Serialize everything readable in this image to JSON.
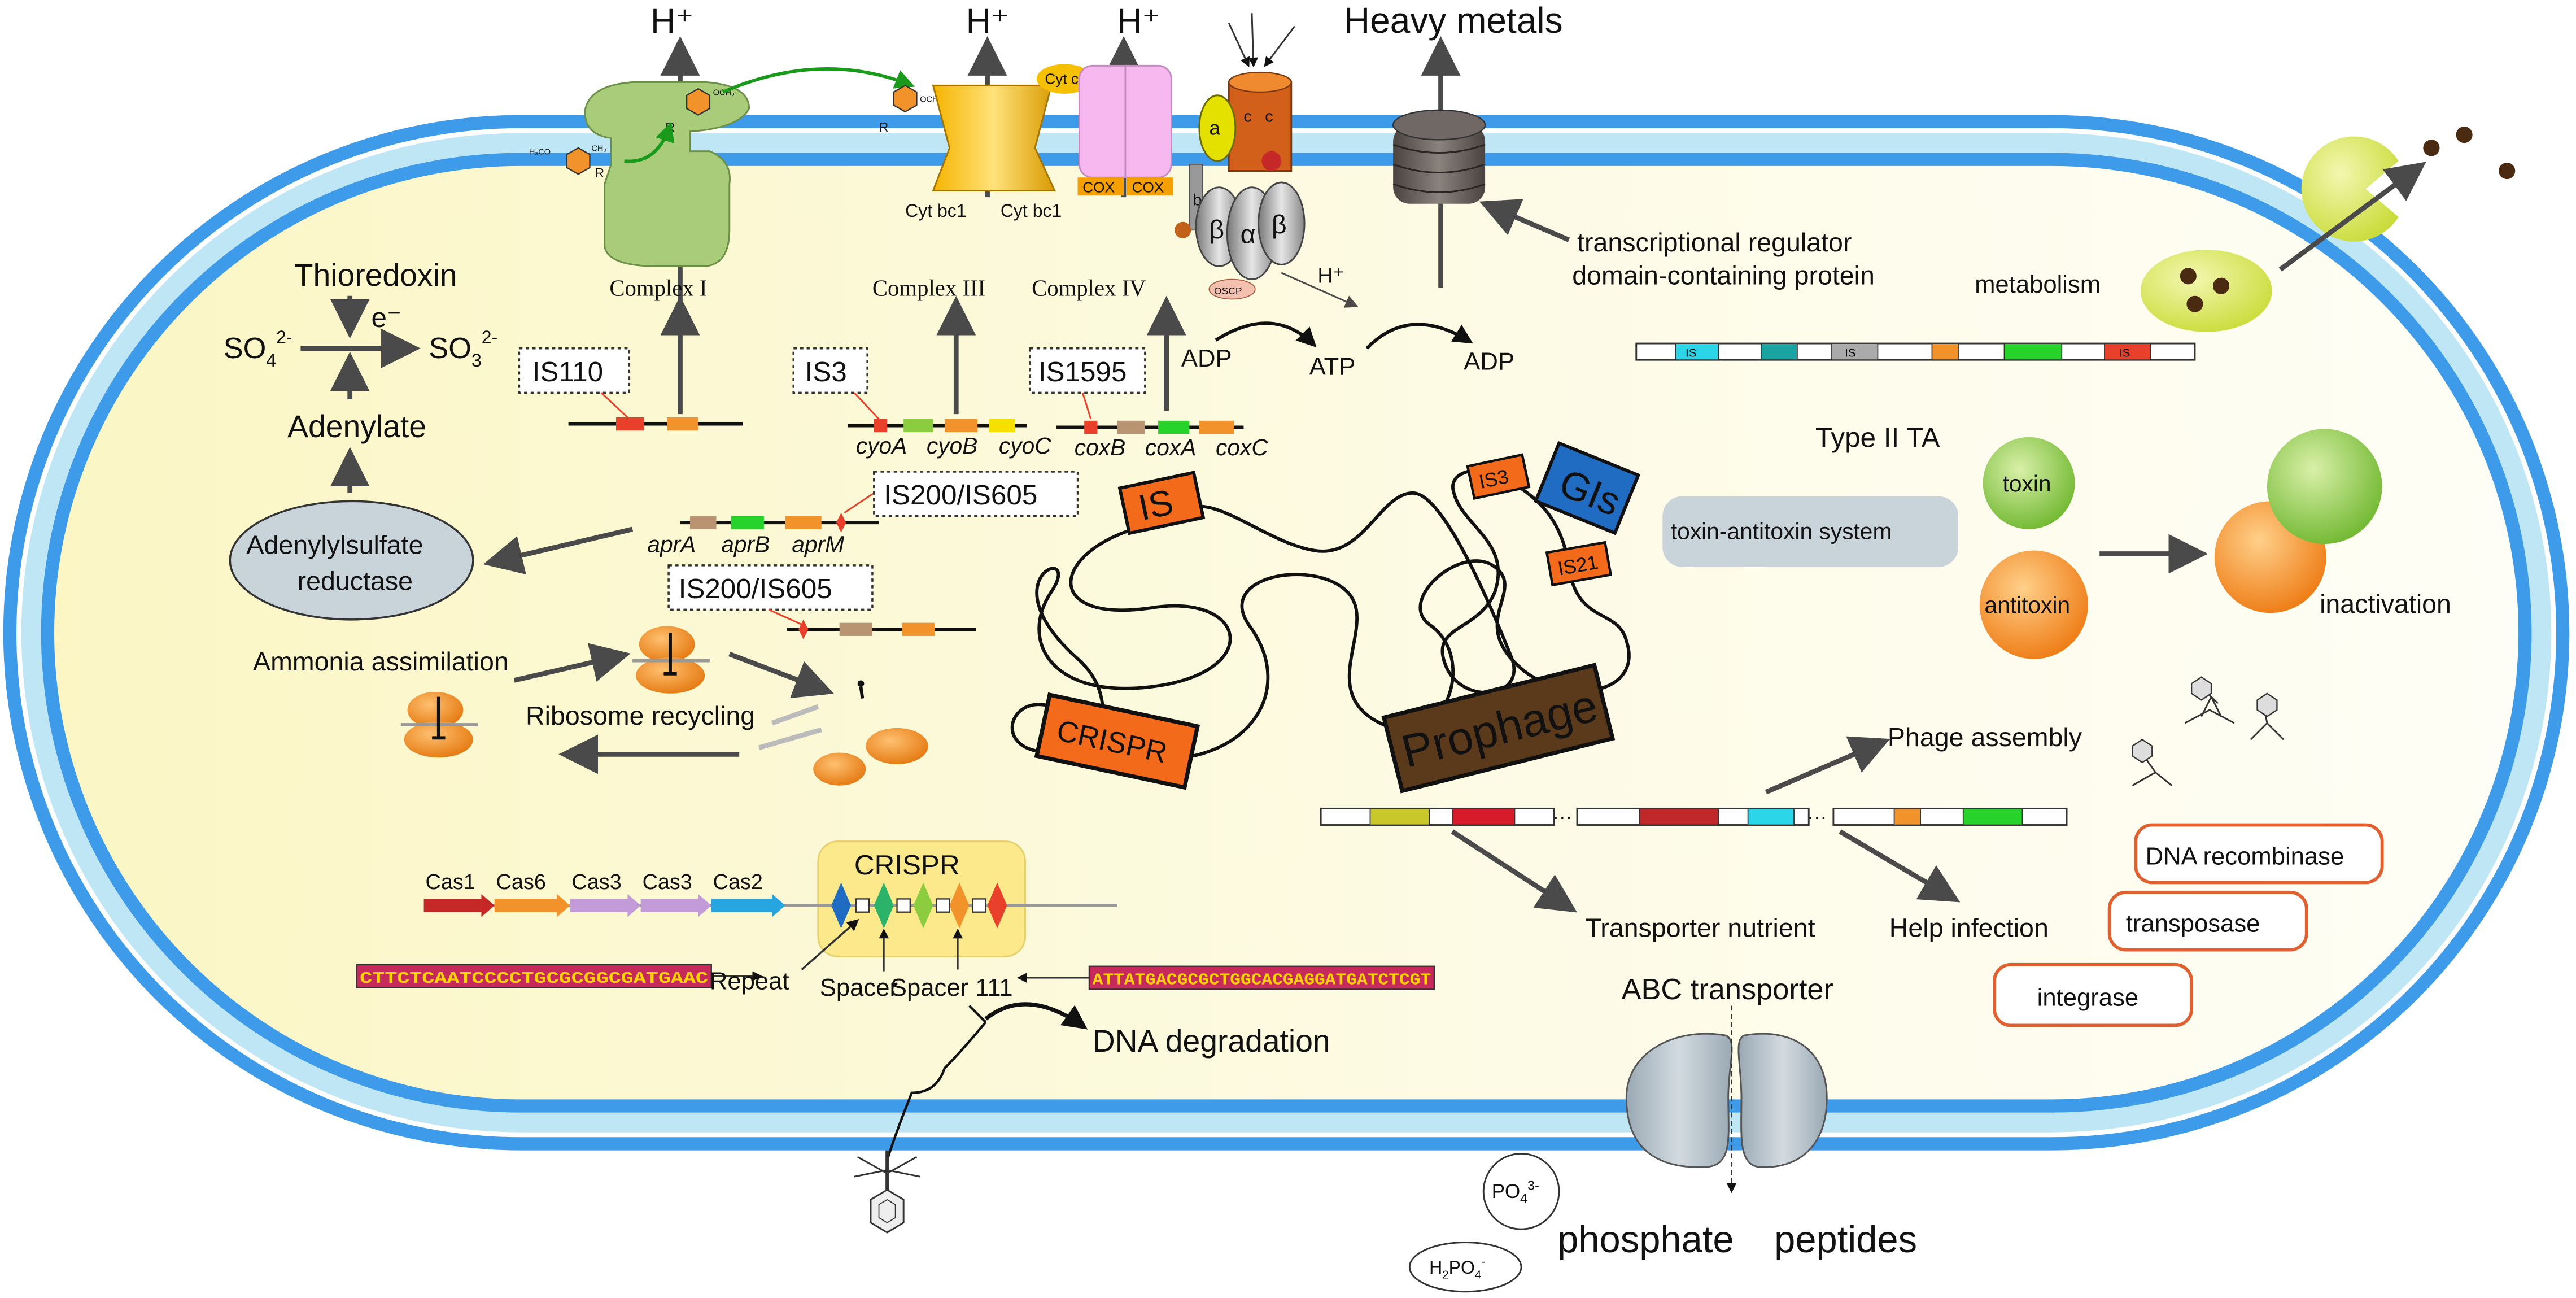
{
  "top": {
    "h1": "H⁺",
    "h2": "H⁺",
    "h3": "H⁺",
    "heavy_metals": "Heavy metals",
    "cyt_c": "Cyt c",
    "cyt_bc1_a": "Cyt bc1",
    "cyt_bc1_b": "Cyt bc1",
    "cox1": "COX",
    "cox2": "COX",
    "atp_a": "a",
    "atp_c1": "c",
    "atp_c2": "c",
    "atp_b": "b",
    "atp_alpha": "α",
    "atp_beta1": "β",
    "atp_beta2": "β",
    "atp_oscp": "OSCP",
    "h_small": "H⁺",
    "transcriptional_regulator_1": "transcriptional regulator",
    "transcriptional_regulator_2": "domain-containing protein"
  },
  "complexes": {
    "complex1": "Complex I",
    "complex3": "Complex III",
    "complex4": "Complex IV"
  },
  "sulfur": {
    "thioredoxin": "Thioredoxin",
    "e": "e⁻",
    "so4": "SO",
    "so4_sub": "4",
    "so4_sup": "2-",
    "so3": "SO",
    "so3_sub": "3",
    "so3_sup": "2-",
    "adenylate": "Adenylate",
    "reductase_1": "Adenylylsulfate",
    "reductase_2": "reductase"
  },
  "is_labels": {
    "is110": "IS110",
    "is3": "IS3",
    "is1595": "IS1595",
    "is200_1": "IS200/IS605",
    "is200_2": "IS200/IS605"
  },
  "genes": {
    "cyoA": "cyoA",
    "cyoB": "cyoB",
    "cyoC": "cyoC",
    "coxB": "coxB",
    "coxA": "coxA",
    "coxC": "coxC",
    "aprA": "aprA",
    "aprB": "aprB",
    "aprM": "aprM"
  },
  "energy": {
    "adp1": "ADP",
    "atp": "ATP",
    "adp2": "ADP"
  },
  "ribosome": {
    "ammonia": "Ammonia assimilation",
    "recycling": "Ribosome recycling"
  },
  "chromosome": {
    "is": "IS",
    "is3": "IS3",
    "gis": "GIs",
    "is21": "IS21",
    "crispr": "CRISPR",
    "prophage": "Prophage"
  },
  "right": {
    "metabolism": "metabolism",
    "type2ta": "Type II TA",
    "ta_system": "toxin-antitoxin system",
    "toxin": "toxin",
    "antitoxin": "antitoxin",
    "inactivation": "inactivation",
    "bar_is1": "IS",
    "bar_is2": "IS",
    "bar_is3": "IS",
    "phage_assembly": "Phage assembly",
    "transporter_nutrient": "Transporter nutrient",
    "help_infection": "Help infection",
    "dna_recombinase": "DNA recombinase",
    "transposase": "transposase",
    "integrase": "integrase",
    "dots": "···"
  },
  "crispr_locus": {
    "title": "CRISPR",
    "cas": [
      "Cas1",
      "Cas6",
      "Cas3",
      "Cas3",
      "Cas2"
    ],
    "repeat_seq": "CTTCTCAATCCCCTGCGCGGCGATGAAC",
    "repeat": "Repeat",
    "spacer": "Spacer",
    "spacer111": "Spacer 111",
    "spacer_seq": "ATTATGACGCGCTGGCACGAGGATGATCTCGT",
    "dna_degradation": "DNA degradation"
  },
  "bottom": {
    "abc": "ABC transporter",
    "po4": "PO",
    "po4_sub": "4",
    "po4_sup": "3-",
    "h2po4_a": "H",
    "h2po4_sub1": "2",
    "h2po4_b": "PO",
    "h2po4_sub2": "4",
    "h2po4_sup": "-",
    "phosphate": "phosphate",
    "peptides": "peptides"
  },
  "colors": {
    "outer_membrane": "#3d9be9",
    "periplasm": "#bfe6f5",
    "cytoplasm": "#fdfae0",
    "arrow": "#4a4a4a",
    "orange_gene": "#f2922a",
    "red_gene": "#e8402a",
    "green_gene": "#27d22a",
    "cyan_gene": "#2bd6e8",
    "prophage_bg": "#5a3a1a",
    "ta_box": "#c9d3da",
    "toxin": "#8ccc3f",
    "antitoxin": "#f28a1d",
    "red_outline": "#e06030"
  }
}
